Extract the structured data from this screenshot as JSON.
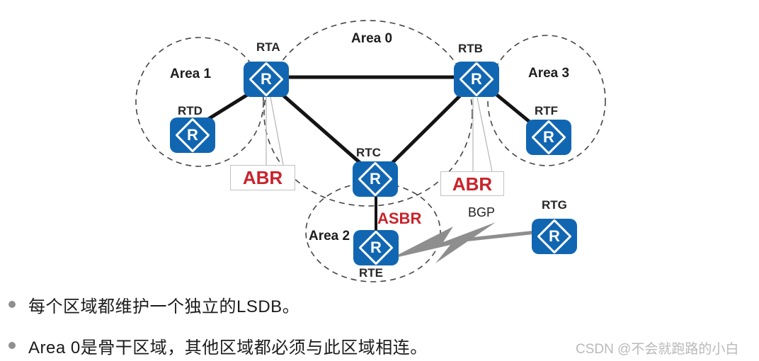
{
  "diagram": {
    "router_icon_letter": "R",
    "areas": [
      {
        "label": "Area 1"
      },
      {
        "label": "Area 0"
      },
      {
        "label": "Area 3"
      },
      {
        "label": "Area 2"
      }
    ],
    "routers": [
      {
        "id": "RTA",
        "label": "RTA"
      },
      {
        "id": "RTB",
        "label": "RTB"
      },
      {
        "id": "RTC",
        "label": "RTC"
      },
      {
        "id": "RTD",
        "label": "RTD"
      },
      {
        "id": "RTE",
        "label": "RTE"
      },
      {
        "id": "RTF",
        "label": "RTF"
      },
      {
        "id": "RTG",
        "label": "RTG"
      }
    ],
    "annotations": {
      "abr_left": "ABR",
      "abr_right": "ABR",
      "asbr": "ASBR",
      "bgp": "BGP"
    },
    "colors": {
      "router_blue": "#1166b2",
      "annotation_red": "#c9232b",
      "bolt_gray": "#8e8e8e"
    }
  },
  "bullets": [
    {
      "text": "每个区域都维护一个独立的LSDB。"
    },
    {
      "text": "Area 0是骨干区域，其他区域都必须与此区域相连。"
    }
  ],
  "watermark": "CSDN @不会就跑路的小白"
}
